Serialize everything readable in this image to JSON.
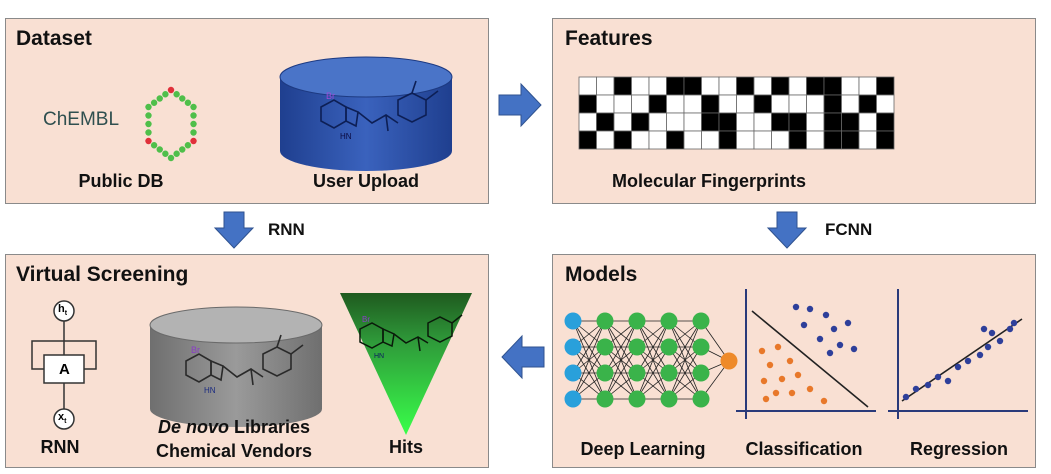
{
  "dataset": {
    "title": "Dataset",
    "chembl_text": "ChEMBL",
    "public_db_label": "Public DB",
    "user_upload_label": "User Upload"
  },
  "features": {
    "title": "Features",
    "fingerprint_label": "Molecular Fingerprints",
    "grid_rows": [
      [
        0,
        0,
        1,
        0,
        0,
        1,
        1,
        0,
        0,
        1,
        0,
        1,
        0,
        1,
        1,
        0,
        0,
        1
      ],
      [
        1,
        0,
        0,
        0,
        1,
        0,
        0,
        1,
        0,
        0,
        1,
        0,
        0,
        0,
        1,
        0,
        1,
        0
      ],
      [
        0,
        1,
        0,
        1,
        0,
        0,
        0,
        1,
        1,
        0,
        0,
        1,
        1,
        0,
        1,
        1,
        0,
        1
      ],
      [
        1,
        0,
        1,
        0,
        0,
        1,
        0,
        0,
        1,
        0,
        0,
        0,
        1,
        0,
        1,
        1,
        0,
        1
      ]
    ]
  },
  "arrows": {
    "left_down": "RNN",
    "right_down": "FCNN"
  },
  "virtual_screening": {
    "title": "Virtual Screening",
    "rnn_label": "RNN",
    "rnn_node_top": "h",
    "rnn_node_top_sub": "t",
    "rnn_cell": "A",
    "rnn_node_bottom": "x",
    "rnn_node_bottom_sub": "t",
    "denovo_italic": "De novo",
    "denovo_rest": " Libraries",
    "vendors": "Chemical Vendors",
    "hits_label": "Hits"
  },
  "models": {
    "title": "Models",
    "deep_learning_label": "Deep Learning",
    "classification_label": "Classification",
    "regression_label": "Regression"
  },
  "colors": {
    "panel_bg": "#f9e0d3",
    "arrow_blue": "#4472c4",
    "cylinder_blue": "#2b50a8",
    "cylinder_gray": "#8c8c8c",
    "nn_blue": "#29a0db",
    "nn_green": "#3ab34a",
    "nn_orange": "#ee8a2a",
    "scatter_navy": "#2e3f9a",
    "scatter_orange": "#e8782a"
  }
}
